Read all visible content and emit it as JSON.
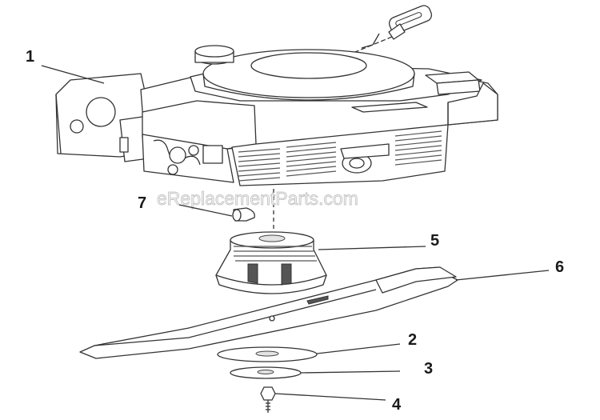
{
  "watermark": "eReplacementParts.com",
  "callouts": [
    {
      "id": "1",
      "label": "1"
    },
    {
      "id": "2",
      "label": "2"
    },
    {
      "id": "3",
      "label": "3"
    },
    {
      "id": "4",
      "label": "4"
    },
    {
      "id": "5",
      "label": "5"
    },
    {
      "id": "6",
      "label": "6"
    },
    {
      "id": "7",
      "label": "7"
    }
  ]
}
